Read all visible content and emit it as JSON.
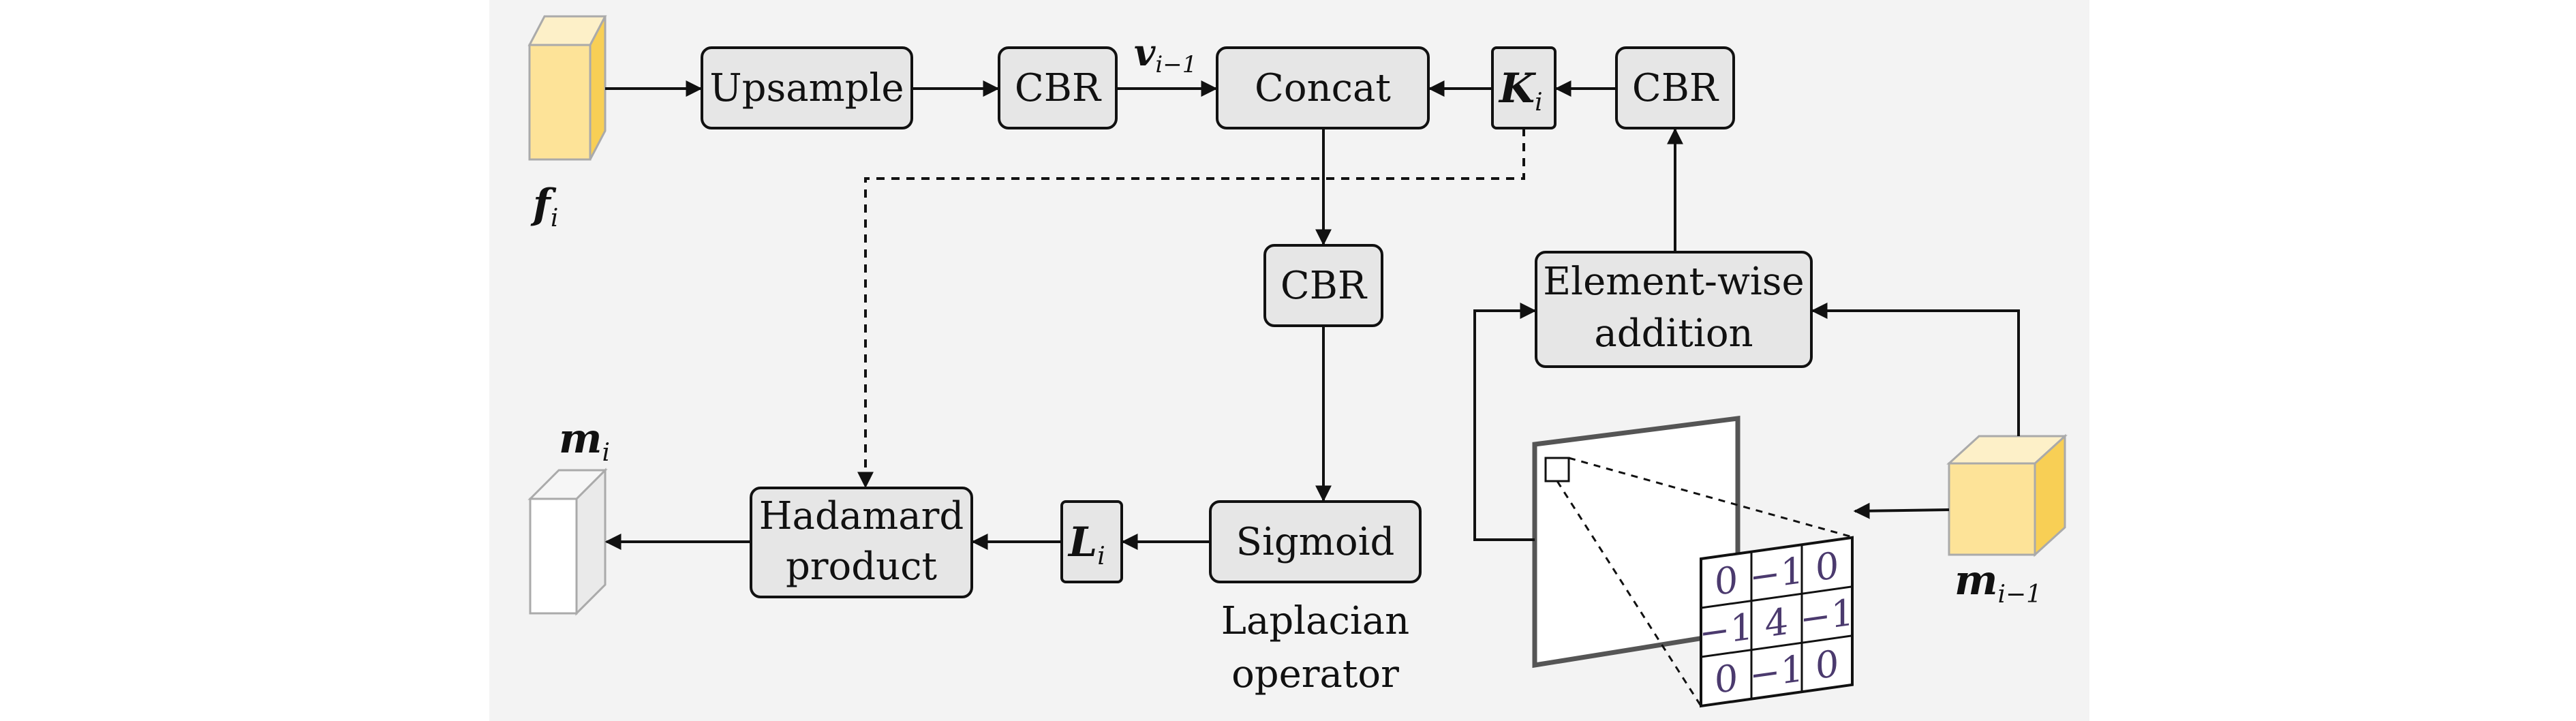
{
  "boxes": {
    "upsample": "Upsample",
    "cbr_top": "CBR",
    "concat": "Concat",
    "cbr_right": "CBR",
    "cbr_mid": "CBR",
    "elementwise_line1": "Element-wise",
    "elementwise_line2": "addition",
    "sigmoid": "Sigmoid",
    "hadamard_line1": "Hadamard",
    "hadamard_line2": "product"
  },
  "symbols": {
    "f": "f",
    "f_sub": "i",
    "v": "v",
    "v_sub": "i−1",
    "K": "K",
    "K_sub": "i",
    "L": "L",
    "L_sub": "i",
    "m_out": "m",
    "m_out_sub": "i",
    "m_in": "m",
    "m_in_sub": "i−1"
  },
  "caption": {
    "line1": "Laplacian",
    "line2": "operator"
  },
  "kernel": [
    "0",
    "−1",
    "0",
    "−1",
    "4",
    "−1",
    "0",
    "−1",
    "0"
  ],
  "colors": {
    "panel": "#f3f3f3",
    "box_fill": "#e6e6e6",
    "cube_front": "#fde398",
    "cube_side": "#f8cf55",
    "cube_top": "#fdf0c8"
  }
}
